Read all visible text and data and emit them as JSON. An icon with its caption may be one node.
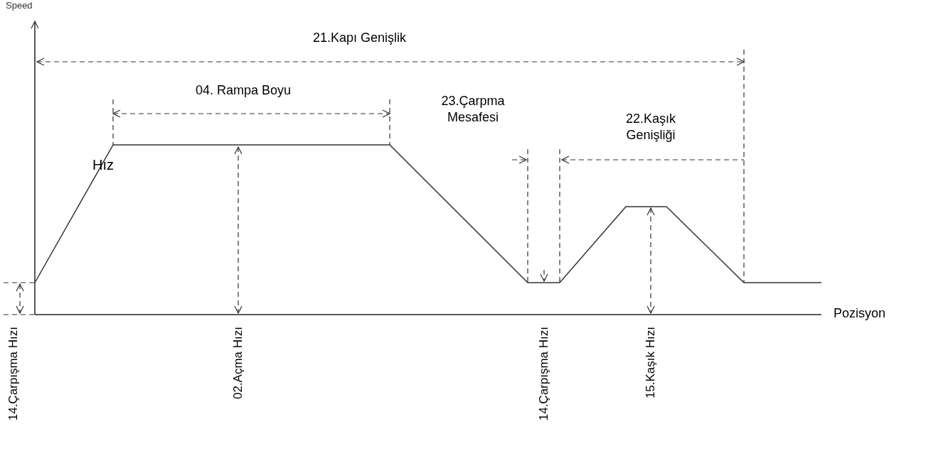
{
  "diagram": {
    "labels": [
      "Speed",
      "21.Kapı Genişlik",
      "04. Rampa Boyu",
      "23.Çarpma Mesafesi",
      "22.Kaşık Genişliği",
      "Hız",
      "Pozisyon",
      "14.Çarpışma Hızı",
      "02.Açma Hızı",
      "14.Çarpışma Hızı",
      "15.Kaşık Hızı"
    ]
  }
}
